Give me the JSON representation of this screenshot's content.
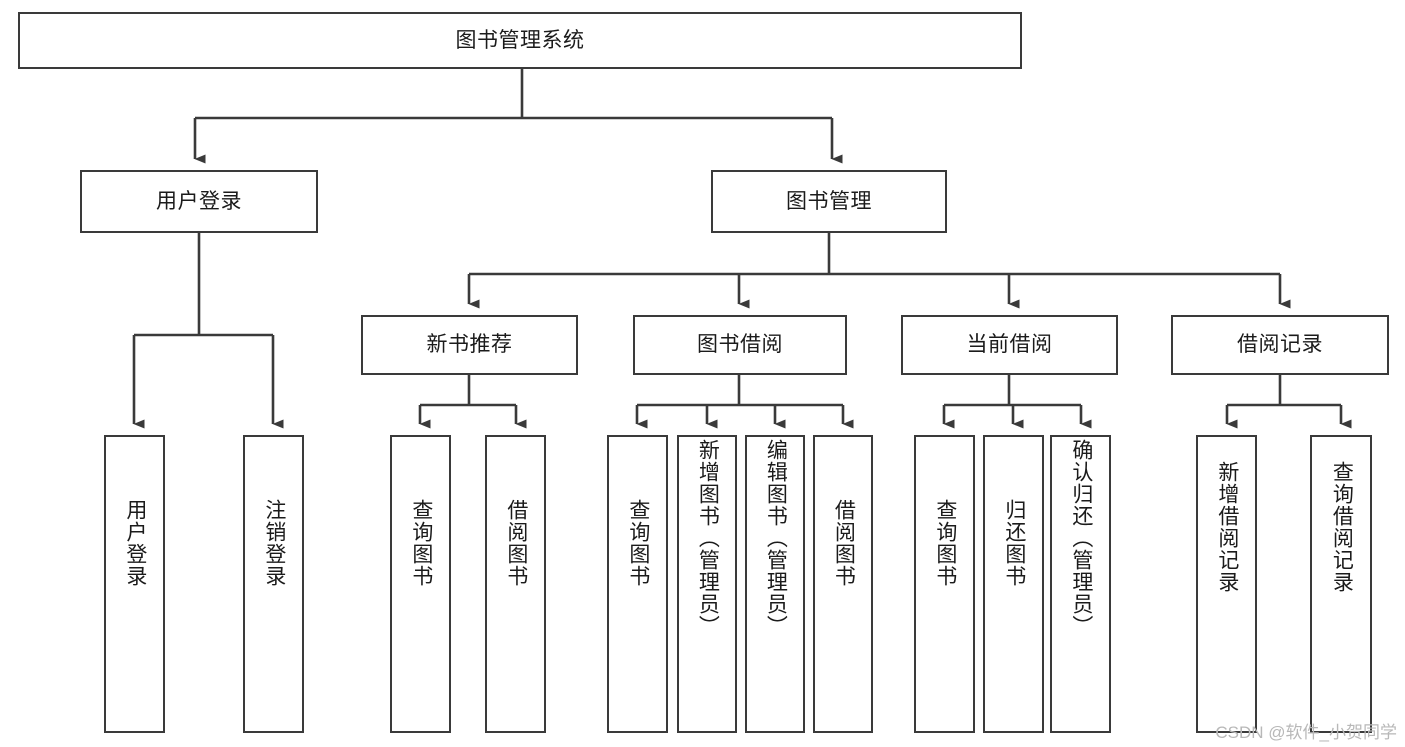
{
  "diagram": {
    "type": "tree-hierarchy-chart",
    "title": "图书管理系统",
    "watermark": "CSDN @软件_小贺同学",
    "colors": {
      "stroke": "#3a3a3a",
      "text": "#1b1b1b",
      "background": "#ffffff",
      "watermark": "#b8b8b8"
    },
    "root": {
      "label": "图书管理系统"
    },
    "level1": [
      {
        "label": "用户登录"
      },
      {
        "label": "图书管理"
      }
    ],
    "level2": [
      {
        "label": "新书推荐"
      },
      {
        "label": "图书借阅"
      },
      {
        "label": "当前借阅"
      },
      {
        "label": "借阅记录"
      }
    ],
    "leaves": {
      "user_login": [
        {
          "label": "用户登录"
        },
        {
          "label": "注销登录"
        }
      ],
      "new_book_recommend": [
        {
          "label": "查询图书"
        },
        {
          "label": "借阅图书"
        }
      ],
      "book_borrow": [
        {
          "label": "查询图书"
        },
        {
          "label": "新增图书（管理员）"
        },
        {
          "label": "编辑图书（管理员）"
        },
        {
          "label": "借阅图书"
        }
      ],
      "current_borrow": [
        {
          "label": "查询图书"
        },
        {
          "label": "归还图书"
        },
        {
          "label": "确认归还（管理员）"
        }
      ],
      "borrow_record": [
        {
          "label": "新增借阅记录"
        },
        {
          "label": "查询借阅记录"
        }
      ]
    }
  }
}
